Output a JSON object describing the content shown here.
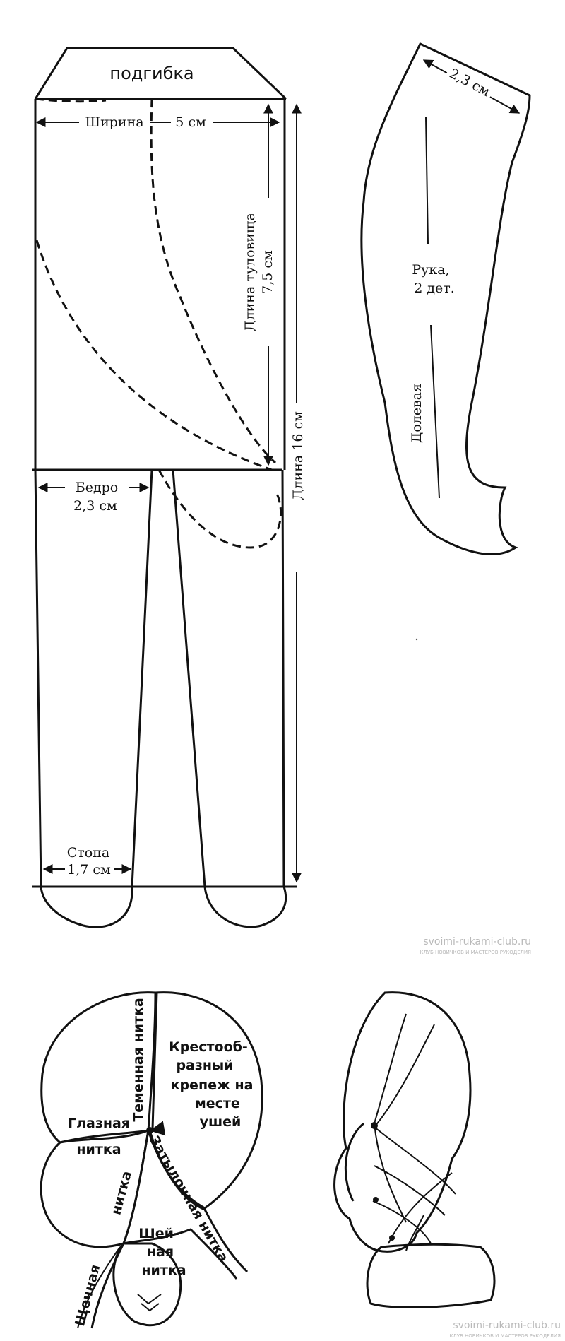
{
  "body_pattern": {
    "fold_label": "подгибка",
    "width_label": "Ширина",
    "width_value": "5 см",
    "torso_length_label": "Длина туловища",
    "torso_length_value": "7,5 см",
    "total_length_label": "Длина 16 см",
    "thigh_label": "Бедро",
    "thigh_value": "2,3 см",
    "foot_label": "Стопа",
    "foot_value": "1,7 см"
  },
  "arm_pattern": {
    "width_value": "2,3 см",
    "name": "Рука,",
    "count": "2 дет.",
    "grain_label": "Долевая"
  },
  "watermark": {
    "site": "svoimi-rukami-club.ru",
    "tagline": "КЛУБ НОВИЧКОВ И МАСТЕРОВ РУКОДЕЛИЯ"
  },
  "head_diagram": {
    "crown_thread": "Теменная нитка",
    "eye_thread_1": "Глазная",
    "eye_thread_2": "нитка",
    "cross_1": "Крестооб-",
    "cross_2": "разный",
    "cross_3": "крепеж на",
    "cross_4": "месте",
    "cross_5": "ушей",
    "occipital_thread": "Затылочная нитка",
    "neck_1": "Шей-",
    "neck_2": "ная",
    "neck_3": "нитка",
    "cheek_thread": "Щечная",
    "cheek_thread_2": "нитка"
  },
  "colors": {
    "line": "#111111",
    "watermark": "#b9b9b9",
    "background": "#ffffff"
  }
}
